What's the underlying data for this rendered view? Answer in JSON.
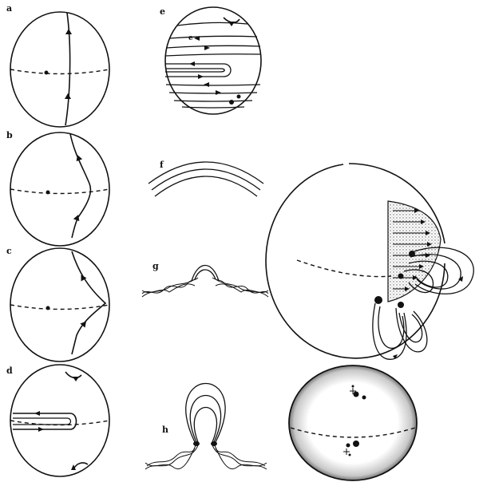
{
  "panels": [
    {
      "id": "a",
      "label": "a"
    },
    {
      "id": "b",
      "label": "b"
    },
    {
      "id": "c",
      "label": "c"
    },
    {
      "id": "d",
      "label": "d"
    },
    {
      "id": "e",
      "label": "e"
    },
    {
      "id": "f",
      "label": "f"
    },
    {
      "id": "g",
      "label": "g"
    },
    {
      "id": "h",
      "label": "h"
    }
  ],
  "panel_e_small_label": "e",
  "colors": {
    "ink": "#111111",
    "background": "#ffffff",
    "stipple": "#555555"
  }
}
